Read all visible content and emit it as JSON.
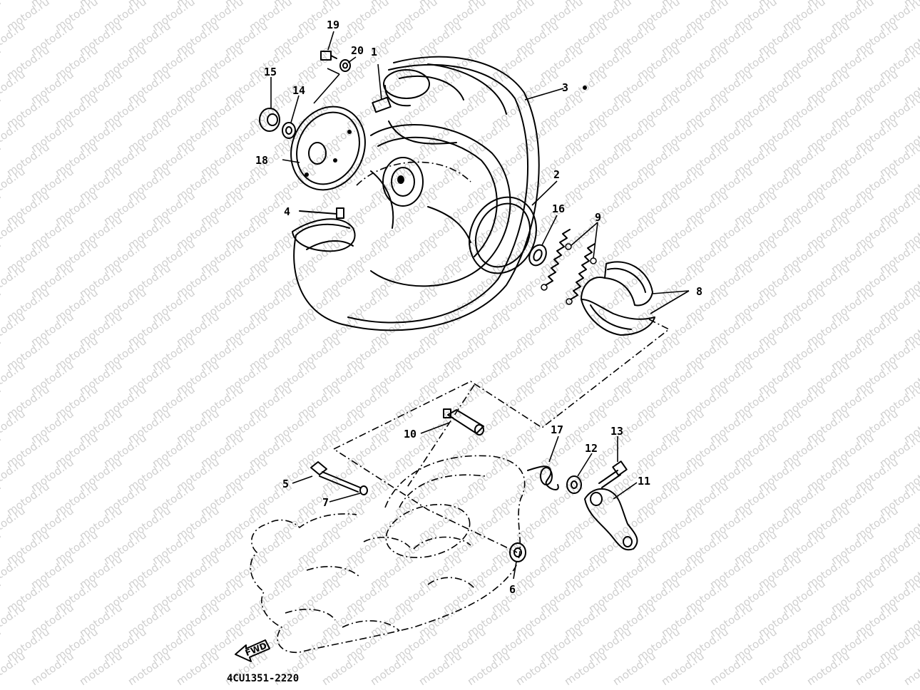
{
  "diagram": {
    "watermark_text": "motod.ru",
    "part_code": "4CU1351-2220",
    "fwd_label": "FWD",
    "callouts": [
      "1",
      "2",
      "3",
      "4",
      "5",
      "6",
      "7",
      "8",
      "9",
      "10",
      "11",
      "12",
      "13",
      "14",
      "15",
      "16",
      "17",
      "18",
      "19",
      "20"
    ]
  }
}
